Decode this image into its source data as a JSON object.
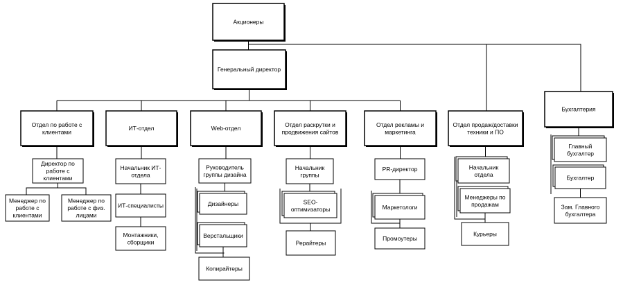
{
  "nodes": {
    "shareholders": {
      "lines": [
        "Акционеры"
      ]
    },
    "general_director": {
      "lines": [
        "Генеральный директор"
      ]
    },
    "client_dept": {
      "lines": [
        "Отдел по работе с",
        "клиентами"
      ]
    },
    "it_dept": {
      "lines": [
        "ИТ-отдел"
      ]
    },
    "web_dept": {
      "lines": [
        "Web-отдел"
      ]
    },
    "promo_dept": {
      "lines": [
        "Отдел раскрутки и",
        "продвижения сайтов"
      ]
    },
    "ads_dept": {
      "lines": [
        "Отдел рекламы и",
        "маркетинга"
      ]
    },
    "sales_dept": {
      "lines": [
        "Отдел продаж/доставки",
        "техники и ПО"
      ]
    },
    "accounting": {
      "lines": [
        "Бухгалтерия"
      ]
    },
    "client_director": {
      "lines": [
        "Директор по",
        "работе с",
        "клиентами"
      ]
    },
    "client_manager_legal": {
      "lines": [
        "Менеджер по",
        "работе с",
        "клиентами"
      ]
    },
    "client_manager_phys": {
      "lines": [
        "Менеджер по",
        "работе с физ.",
        "лицами"
      ]
    },
    "it_head": {
      "lines": [
        "Начальник ИТ-",
        "отдела"
      ]
    },
    "it_specialists": {
      "lines": [
        "ИТ-специалисты"
      ]
    },
    "installers": {
      "lines": [
        "Монтажники,",
        "сборщики"
      ]
    },
    "design_lead": {
      "lines": [
        "Руководитель",
        "группы дизайна"
      ]
    },
    "designers": {
      "lines": [
        "Дизайнеры"
      ]
    },
    "layout_designers": {
      "lines": [
        "Верстальщики"
      ]
    },
    "copywriters": {
      "lines": [
        "Копирайтеры"
      ]
    },
    "promo_head": {
      "lines": [
        "Начальник",
        "группы"
      ]
    },
    "seo": {
      "lines": [
        "SEO-",
        "оптимизаторы"
      ]
    },
    "rewriters": {
      "lines": [
        "Рерайтеры"
      ]
    },
    "pr_director": {
      "lines": [
        "PR-директор"
      ]
    },
    "marketers": {
      "lines": [
        "Маркетологи"
      ]
    },
    "promoters": {
      "lines": [
        "Промоутеры"
      ]
    },
    "sales_head": {
      "lines": [
        "Начальник",
        "отдела"
      ]
    },
    "sales_managers": {
      "lines": [
        "Менеджеры по",
        "продажам"
      ]
    },
    "couriers": {
      "lines": [
        "Курьеры"
      ]
    },
    "chief_accountant": {
      "lines": [
        "Главный",
        "бухгалтер"
      ]
    },
    "accountant": {
      "lines": [
        "Бухгалтер"
      ]
    },
    "deputy_chief_accountant": {
      "lines": [
        "Зам. Главного",
        "бухгалтера"
      ]
    }
  }
}
